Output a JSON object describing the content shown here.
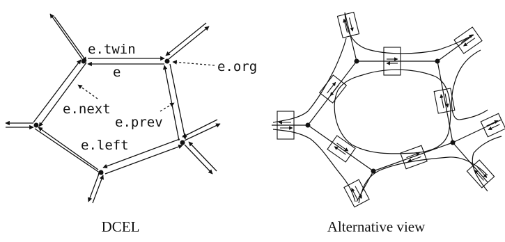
{
  "left_panel": {
    "caption": "DCEL",
    "labels": {
      "twin": "e.twin",
      "edge": "e",
      "org": "e.org",
      "next": "e.next",
      "prev": "e.prev",
      "left": "e.left"
    }
  },
  "right_panel": {
    "caption": "Alternative view"
  },
  "colors": {
    "ink": "#111111",
    "background": "#ffffff"
  }
}
